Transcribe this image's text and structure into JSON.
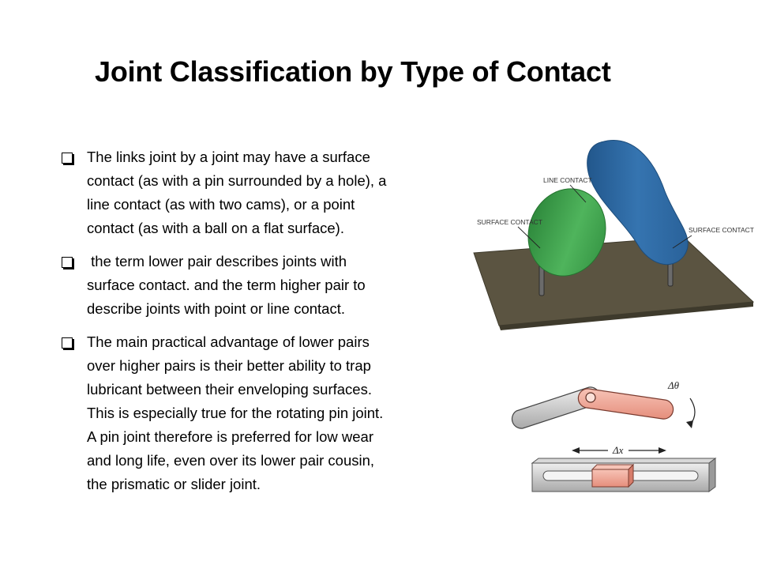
{
  "slide": {
    "title": "Joint Classification by Type of Contact"
  },
  "bullets": [
    {
      "lines": [
        "The links joint by a joint may have a surface",
        "contact (as with a pin surrounded by a hole), a",
        "line contact (as with two cams), or a point",
        "contact (as with a ball on a flat surface)."
      ]
    },
    {
      "lines": [
        " the term lower pair describes joints with",
        "surface contact. and the term higher pair to",
        "describe joints with point or line contact."
      ]
    },
    {
      "lines": [
        "The main practical advantage of lower pairs",
        "over higher pairs is their better ability to trap",
        "lubricant between their enveloping surfaces.",
        "This is especially true for the rotating pin joint.",
        "A pin joint therefore is preferred for low wear",
        "and long life, even over its lower pair cousin,",
        "the prismatic or slider joint."
      ]
    }
  ],
  "figure_contacts": {
    "label_line": "LINE CONTACT",
    "label_surface_left": "SURFACE CONTACT",
    "label_surface_right": "SURFACE CONTACT",
    "colors": {
      "base": "#5b5441",
      "green_cam": "#3fa24e",
      "blue_cam": "#2f6aa3"
    }
  },
  "figure_joints": {
    "label_rotation": "Δθ",
    "label_translation": "Δx",
    "colors": {
      "pink": "#f0a898",
      "gray": "#c8c8c8"
    }
  }
}
